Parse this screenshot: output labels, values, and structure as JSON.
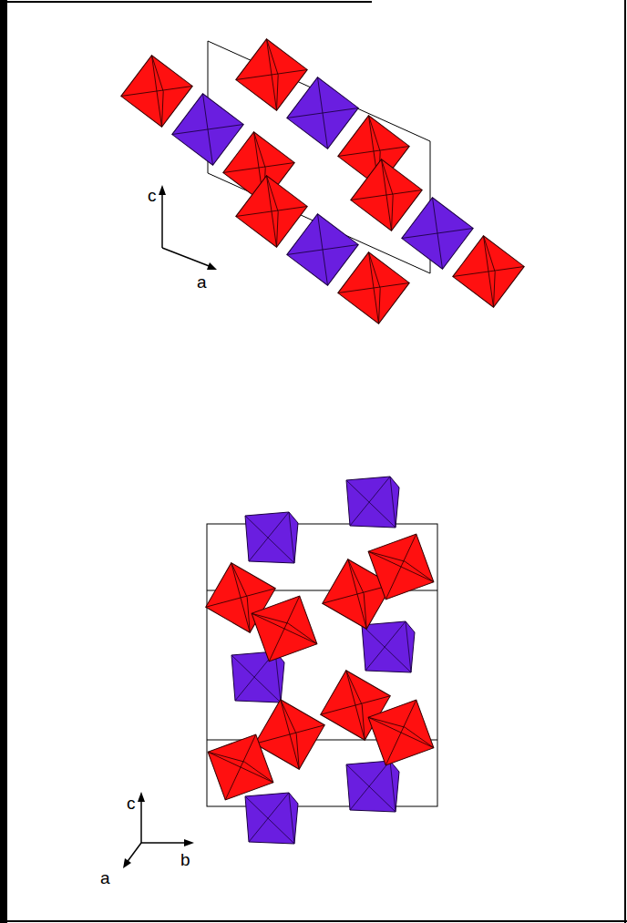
{
  "diagram": {
    "labels": [
      "c",
      "a",
      "c",
      "b",
      "a"
    ]
  }
}
